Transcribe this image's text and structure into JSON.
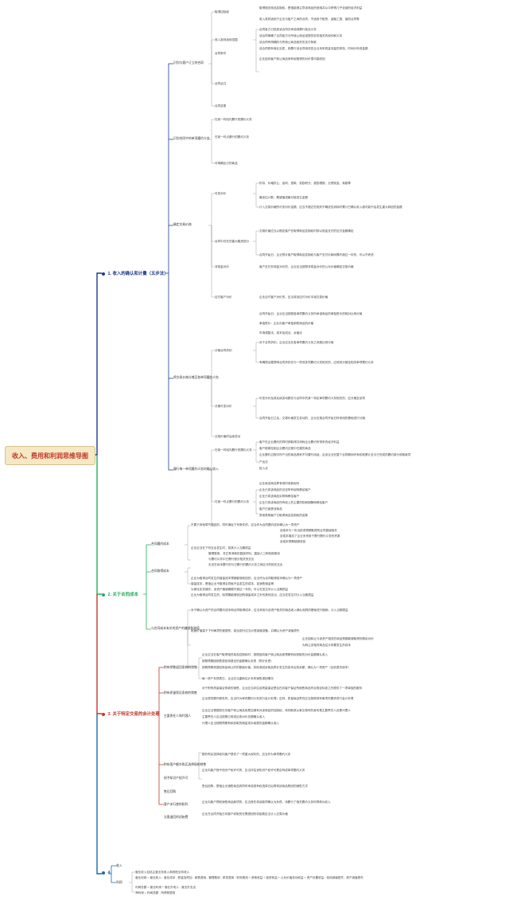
{
  "root": {
    "title": "收入、费用和利润思维导图"
  },
  "branches": [
    {
      "num": "1.",
      "label": "收入的确认和计量（五步法）",
      "color": "#1a3a8a"
    },
    {
      "num": "2.",
      "label": "关于合同成本",
      "color": "#27ae60"
    },
    {
      "num": "3.",
      "label": "关于特定交易的会计处理",
      "color": "#c0392b"
    },
    {
      "num": "4.",
      "label": "",
      "color": "#1a6aa8"
    }
  ],
  "b1": {
    "step1": "识别与客户订立的合同",
    "step2": "识别合同中的单项履约义务",
    "step3": "确定交易价格",
    "step4": "将交易价格分摊至各单项履约义务",
    "step5": "履行每一单项履约义务时确认收入",
    "s1_items": [
      "取得控制权",
      "收入准则适用范围",
      "合同条件",
      "合同合并",
      "合同变更"
    ],
    "s1_notes": [
      "取得相关商品控制权，是指能够主导该商品的使用并从中获得几乎全部的经济利益",
      "收入准则适用于企业与客户之间的合同，不适用于租赁、金融工具、保险合同等",
      "合同各方已批准该合同并承诺将履行各自义务",
      "该合同明确了合同各方与所转让商品或提供劳务相关的权利和义务",
      "该合同有明确的与所转让商品相关的支付条款",
      "该合同具有商业实质，即履行该合同将改变企业未来现金流量的风险、时间分布或金额",
      "企业因向客户转让商品而有权取得的对价很可能收回"
    ],
    "s2_items": [
      "在某一时段内履行的履约义务",
      "在某一时点履行的履约义务",
      "可明确区分的商品"
    ],
    "s3_items": [
      "可变对价",
      "合同中存在的重大融资成分",
      "非现金对价",
      "应付客户对价"
    ],
    "s3_notes": [
      "折扣、价格折让、返利、退款、奖励积分、激励措施、业绩奖金、索赔等",
      "最佳估计数：期望值或最可能发生金额",
      "计入交易价格的可变对价金额，应当不超过在相关不确定性消除时累计已确认收入极可能不会发生重大转回的金额",
      "交易价格应当以假定客户在取得商品控制权时即以现金支付的应付金额确定",
      "合同开始日，企业预计客户取得商品控制权与客户支付价款间隔不超过一年的，可以不考虑",
      "客户支付非现金对价的，企业应当按照非现金对价的公允价值确定交易价格",
      "企业应付客户对价的，应当将该应付对价冲减交易价格"
    ],
    "s4_items": [
      "分摊合同折扣",
      "分摊可变对价",
      "交易价格的后续变动"
    ],
    "s4_notes": [
      "合同开始日，企业应当按照各单项履约义务所承诺商品的单独售价的相对比例分摊",
      "单独售价：企业向客户单独销售商品的价格",
      "市场调整法、成本加成法、余值法",
      "对于合同折扣，企业应当在各单项履约义务之间按比例分摊",
      "有确凿证据表明合同折扣仅与一项或多项履约义务相关的，应将其分摊至相关单项履约义务",
      "可变对价及其后续变动额仅与合同中的某一特定单项履约义务相关的，应分摊至该项",
      "合同开始日之后，交易价格发生变动的，企业应按合同开始日所采用的基础进行分摊"
    ],
    "s5_items": [
      "在某一时段内履行的履约义务",
      "在某一时点履行的履约义务"
    ],
    "s5_notes": [
      "客户在企业履约的同时即取得并消耗企业履约所带来的经济利益",
      "客户能够控制企业履约过程中在建的商品",
      "企业履约过程中所产出的商品具有不可替代用途，且该企业在整个合同期间内有权就累计至今已完成的履约部分收取款项",
      "产出法",
      "投入法",
      "企业就该商品享有现时收款权利",
      "企业已将该商品的法定所有权转移给客户",
      "企业已将该商品实物转移给客户",
      "企业已将该商品所有权上的主要风险和报酬转移给客户",
      "客户已接受该商品",
      "其他表明客户已取得商品控制权的迹象"
    ]
  },
  "b2": {
    "items": [
      "合同履约成本",
      "合同取得成本",
      "与合同成本有关的资产的摊销和减值"
    ],
    "notes": [
      "不属于其他章节规范的，同时满足下列条件的，应当作为合同履约成本确认为一项资产",
      "该成本与一份当前或预期取得的合同直接相关",
      "该成本增加了企业未来用于履行履约义务的资源",
      "该成本预期能够收回",
      "企业应当在下列支出发生时，将其计入当期损益",
      "管理费用、非正常消耗的直接材料、直接人工和制造费用",
      "与履约义务中已履行部分相关的支出",
      "无法在尚未履行的与已履行的履约义务之间区分的相关支出",
      "企业为取得合同发生的增量成本预期能够收回的，应当作为合同取得成本确认为一项资产",
      "增量成本，是指企业不取得合同就不会发生的成本，如销售佣金等",
      "为简化实务操作，该资产摊销期限不超过一年的，可以在发生时计入当期损益",
      "企业为取得合同发生的、除预期能够收回的增量成本之外的其他支出，应当在发生时计入当期损益",
      "对于确认为资产的合同履约成本和合同取得成本，应当采用与该资产相关的商品收入确认相同的基础进行摊销，计入当期损益",
      "账面价值高于下列两项的差额的，超出部分应当计提减值准备，并确认为资产减值损失",
      "企业因转让与该资产相关的商品预期能够取得的剩余对价",
      "为转让该相关商品估计将要发生的成本"
    ]
  },
  "b3": {
    "items": [
      "附有销售退回条款的销售",
      "附有质量保证条款的销售",
      "主要责任人和代理人",
      "附有客户额外购买选择权的销售",
      "授予知识产权许可",
      "售后回购",
      "客户未行使的权利",
      "无需退回的初始费"
    ],
    "notes": [
      "企业应当在客户取得相关商品控制权时，按照因向客户转让商品而预期有权收取的对价金额确认收入",
      "按照预期因销售退回将退还的金额确认负债（预计负债）",
      "按照预期将退回商品转让时的账面价值，扣除收回该商品预计发生的成本后的余额，确认为一项资产（应收退货成本）",
      "每一资产负债表日，企业应当重新估计未来销售退回情况",
      "对于附有质量保证条款的销售，企业应当评估该质量保证是否在向客户保证所销售商品符合既定标准之外提供了一项单独的服务",
      "企业提供额外服务的，应当作为单项履约义务进行会计处理；否则，质量保证责任应当按照或有事项的要求进行会计处理",
      "企业应当根据其在向客户转让商品前是否拥有对该商品的控制权，来判断其从事交易时的身份是主要责任人还是代理人",
      "主要责任人应当按照已收或应收对价总额确认收入",
      "代理人应当按照预期有权收取的佣金或手续费的金额确认收入",
      "额外购买选择权向客户提供了一项重大权利的，应当作为单项履约义务",
      "企业向客户授予知识产权许可的，应当评估该知识产权许可是否构成单项履约义务",
      "售后回购，是指企业销售商品的同时承诺或有权选择日后再将该商品购回的销售方式",
      "企业向客户预收销售商品款项的，应当首先将该款项确认为负债，待履行了相关履约义务时再转为收入",
      "企业在合同开始日向客户收取的无需退回的初始费应当计入交易价格"
    ]
  },
  "b4": {
    "items": [
      "收入",
      "利润"
    ],
    "notes": [
      "营业收入包括主营业务收入和其他业务收入",
      "营业利润 = 营业收入 - 营业成本 - 税金及附加 - 销售费用 - 管理费用 - 研发费用 - 财务费用 + 其他收益 + 投资收益 + 公允价值变动收益 + 资产处置收益 - 信用减值损失 - 资产减值损失",
      "利润总额 = 营业利润 + 营业外收入 - 营业外支出",
      "净利润 = 利润总额 - 所得税费用"
    ]
  }
}
